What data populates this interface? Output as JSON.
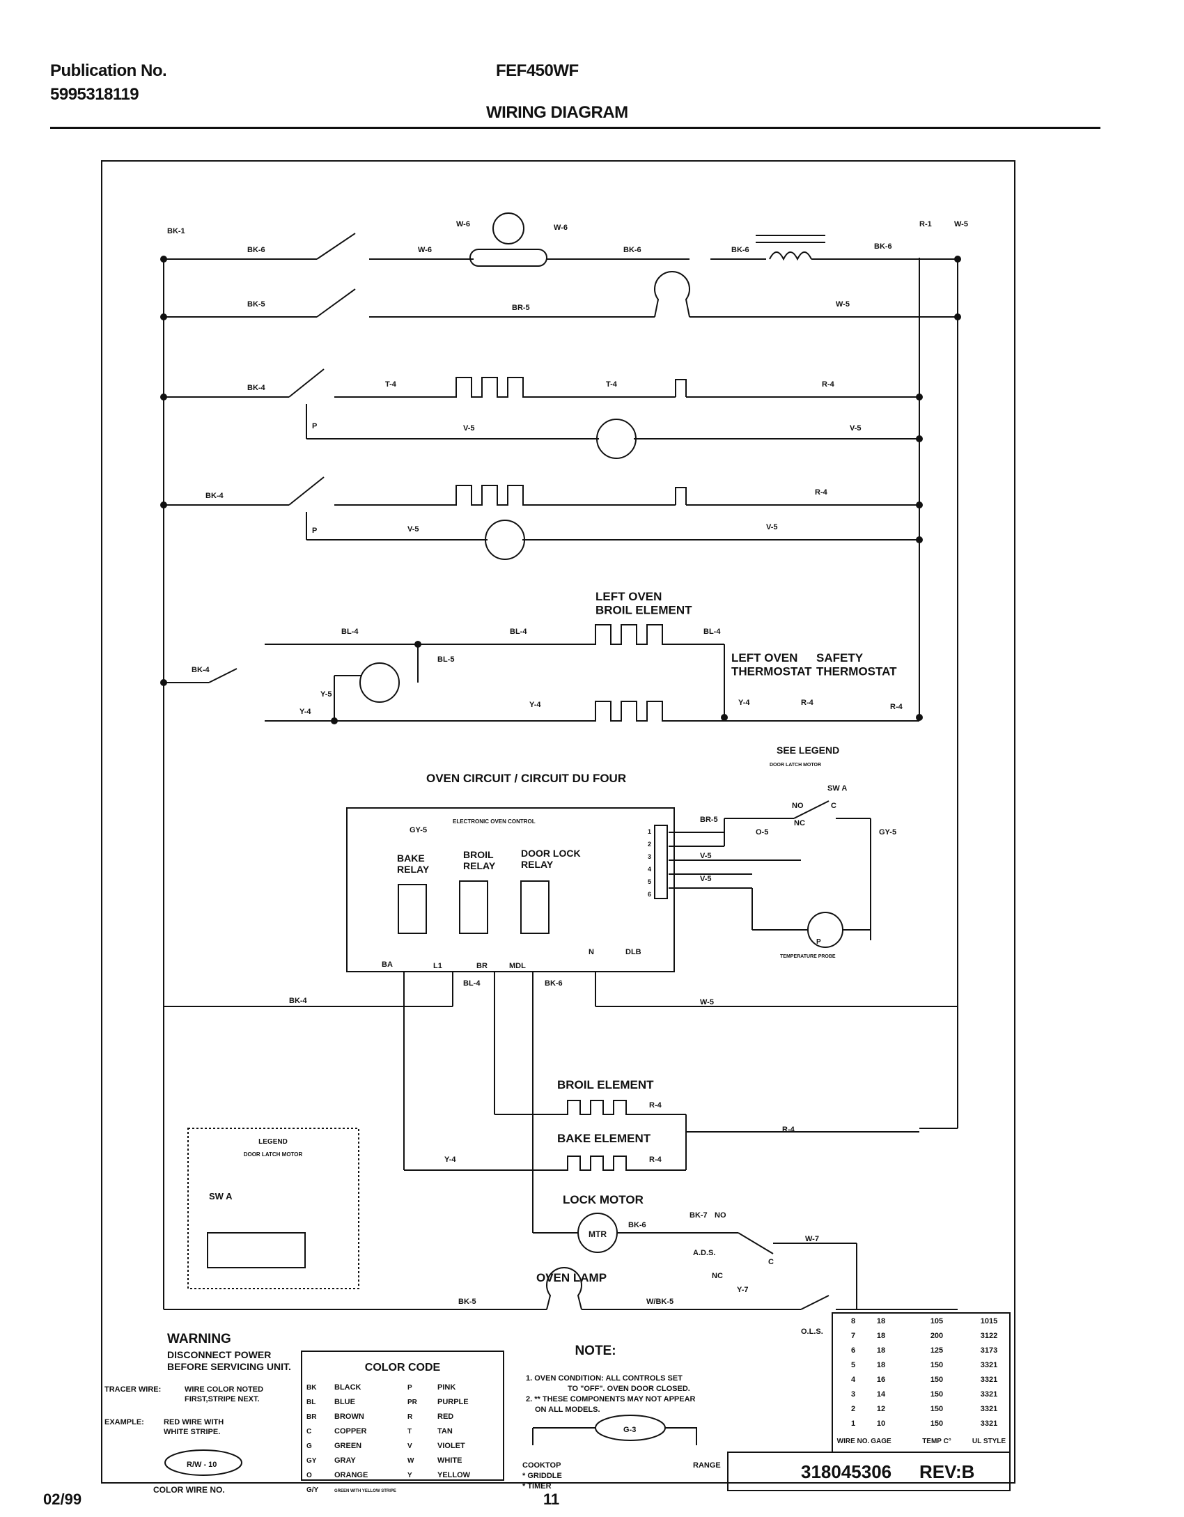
{
  "header": {
    "publication_label": "Publication No.",
    "publication_number": "5995318119",
    "model": "FEF450WF",
    "title": "WIRING DIAGRAM"
  },
  "footer": {
    "date": "02/99",
    "page": "11"
  },
  "wire_labels": {
    "bk1": "BK-1",
    "r1": "R-1",
    "w5_top": "W-5",
    "bk6_a": "BK-6",
    "w6_a": "W-6",
    "w6_b": "W-6",
    "w6_c": "W-6",
    "bk6_b": "BK-6",
    "bk6_c": "BK-6",
    "bk6_d": "BK-6",
    "bk5_a": "BK-5",
    "br5": "BR-5",
    "w5_b": "W-5",
    "bk4_a": "BK-4",
    "t4_a": "T-4",
    "t4_b": "T-4",
    "r4_a": "R-4",
    "p_a": "P",
    "v5_a": "V-5",
    "v5_b": "V-5",
    "bk4_b": "BK-4",
    "r4_b": "R-4",
    "p_b": "P",
    "v5_c": "V-5",
    "v5_d": "V-5",
    "bl4_a": "BL-4",
    "bl4_b": "BL-4",
    "bl4_c": "BL-4",
    "bl5": "BL-5",
    "bk4_c": "BK-4",
    "y5": "Y-5",
    "y4_a": "Y-4",
    "y4_b": "Y-4",
    "y4_c": "Y-4",
    "r4_c": "R-4",
    "r4_d": "R-4",
    "br5_ctrl": "BR-5",
    "o5": "O-5",
    "gy5_a": "GY-5",
    "gy5_b": "GY-5",
    "v5_e": "V-5",
    "v5_f": "V-5",
    "no_a": "NO",
    "nc_a": "NC",
    "c_a": "C",
    "swa": "SW A",
    "ba": "BA",
    "l1": "L1",
    "br": "BR",
    "mdl": "MDL",
    "n": "N",
    "dlb": "DLB",
    "bk4_d": "BK-4",
    "bl4_d": "BL-4",
    "bk6_e": "BK-6",
    "w5_c": "W-5",
    "r4_e": "R-4",
    "r4_f": "R-4",
    "r4_g": "R-4",
    "y4_d": "Y-4",
    "bk6_f": "BK-6",
    "bk7": "BK-7",
    "no_b": "NO",
    "w7": "W-7",
    "ads": "A.D.S.",
    "c_b": "C",
    "nc_b": "NC",
    "y7": "Y-7",
    "bk5_b": "BK-5",
    "wbk5": "W/BK-5",
    "ols": "O.L.S.",
    "g3": "G-3",
    "rw10": "R/W - 10"
  },
  "components": {
    "left_oven_broil_element": "LEFT OVEN\nBROIL ELEMENT",
    "left_oven_thermostat": "LEFT OVEN\nTHERMOSTAT",
    "safety_thermostat": "SAFETY\nTHERMOSTAT",
    "see_legend": "SEE LEGEND",
    "door_latch_motor_small": "DOOR LATCH MOTOR",
    "oven_circuit": "OVEN CIRCUIT / CIRCUIT DU FOUR",
    "electronic_oven_control": "ELECTRONIC OVEN CONTROL",
    "bake_relay": "BAKE\nRELAY",
    "broil_relay": "BROIL\nRELAY",
    "door_lock_relay": "DOOR LOCK\nRELAY",
    "temperature_probe": "TEMPERATURE PROBE",
    "probe_p": "P",
    "broil_element": "BROIL ELEMENT",
    "bake_element": "BAKE ELEMENT",
    "lock_motor": "LOCK MOTOR",
    "mtr": "MTR",
    "oven_lamp": "OVEN LAMP",
    "legend_title": "LEGEND",
    "legend_sub": "DOOR LATCH MOTOR",
    "legend_swa": "SW A",
    "connector_pins": [
      "1",
      "2",
      "3",
      "4",
      "5",
      "6"
    ]
  },
  "warning": {
    "title": "WARNING",
    "line1": "DISCONNECT POWER",
    "line2": "BEFORE SERVICING UNIT.",
    "tracer_label": "TRACER WIRE:",
    "tracer_text1": "WIRE COLOR NOTED",
    "tracer_text2": "FIRST,STRIPE NEXT.",
    "example_label": "EXAMPLE:",
    "example_text1": "RED WIRE WITH",
    "example_text2": "WHITE STRIPE.",
    "color_wire_no": "COLOR WIRE NO."
  },
  "color_code": {
    "title": "COLOR CODE",
    "rows": [
      [
        "BK",
        "BLACK",
        "P",
        "PINK"
      ],
      [
        "BL",
        "BLUE",
        "PR",
        "PURPLE"
      ],
      [
        "BR",
        "BROWN",
        "R",
        "RED"
      ],
      [
        "C",
        "COPPER",
        "T",
        "TAN"
      ],
      [
        "G",
        "GREEN",
        "V",
        "VIOLET"
      ],
      [
        "GY",
        "GRAY",
        "W",
        "WHITE"
      ],
      [
        "O",
        "ORANGE",
        "Y",
        "YELLOW"
      ],
      [
        "G/Y",
        "GREEN WITH YELLOW STRIPE",
        "",
        ""
      ]
    ]
  },
  "note": {
    "title": "NOTE:",
    "line1": "1. OVEN CONDITION: ALL CONTROLS SET",
    "line2": "TO \"OFF\". OVEN DOOR CLOSED.",
    "line3": "2. ** THESE COMPONENTS MAY NOT APPEAR",
    "line4": "ON ALL MODELS.",
    "cooktop": "COOKTOP",
    "griddle": "* GRIDDLE",
    "timer": "* TIMER",
    "range": "RANGE"
  },
  "wire_table": {
    "rows": [
      [
        "8",
        "18",
        "105",
        "1015"
      ],
      [
        "7",
        "18",
        "200",
        "3122"
      ],
      [
        "6",
        "18",
        "125",
        "3173"
      ],
      [
        "5",
        "18",
        "150",
        "3321"
      ],
      [
        "4",
        "16",
        "150",
        "3321"
      ],
      [
        "3",
        "14",
        "150",
        "3321"
      ],
      [
        "2",
        "12",
        "150",
        "3321"
      ],
      [
        "1",
        "10",
        "150",
        "3321"
      ]
    ],
    "headers": [
      "WIRE NO.",
      "GAGE",
      "TEMP C°",
      "UL STYLE"
    ]
  },
  "part_number": "318045306",
  "revision": "REV:B"
}
